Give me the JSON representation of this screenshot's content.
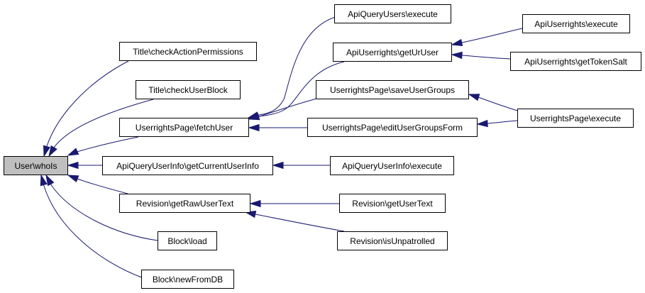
{
  "graph": {
    "edge_color": "#191970",
    "root_fill": "#bfbfbf",
    "nodes": [
      {
        "id": "n0",
        "label": "User\\whoIs",
        "root": true
      },
      {
        "id": "n1",
        "label": "Title\\checkActionPermissions"
      },
      {
        "id": "n2",
        "label": "Title\\checkUserBlock"
      },
      {
        "id": "n3",
        "label": "UserrightsPage\\fetchUser"
      },
      {
        "id": "n4",
        "label": "ApiQueryUserInfo\\getCurrentUserInfo"
      },
      {
        "id": "n5",
        "label": "Revision\\getRawUserText"
      },
      {
        "id": "n6",
        "label": "Block\\load"
      },
      {
        "id": "n7",
        "label": "Block\\newFromDB"
      },
      {
        "id": "n8",
        "label": "ApiQueryUsers\\execute"
      },
      {
        "id": "n9",
        "label": "ApiUserrights\\getUrUser"
      },
      {
        "id": "n10",
        "label": "UserrightsPage\\saveUserGroups"
      },
      {
        "id": "n11",
        "label": "UserrightsPage\\editUserGroupsForm"
      },
      {
        "id": "n12",
        "label": "ApiQueryUserInfo\\execute"
      },
      {
        "id": "n13",
        "label": "Revision\\getUserText"
      },
      {
        "id": "n14",
        "label": "Revision\\isUnpatrolled"
      },
      {
        "id": "n15",
        "label": "ApiUserrights\\execute"
      },
      {
        "id": "n16",
        "label": "ApiUserrights\\getTokenSalt"
      },
      {
        "id": "n17",
        "label": "UserrightsPage\\execute"
      }
    ],
    "edges": [
      {
        "from": "n1",
        "to": "n0"
      },
      {
        "from": "n2",
        "to": "n0"
      },
      {
        "from": "n3",
        "to": "n0"
      },
      {
        "from": "n4",
        "to": "n0"
      },
      {
        "from": "n5",
        "to": "n0"
      },
      {
        "from": "n6",
        "to": "n0"
      },
      {
        "from": "n7",
        "to": "n0"
      },
      {
        "from": "n8",
        "to": "n3"
      },
      {
        "from": "n9",
        "to": "n3"
      },
      {
        "from": "n10",
        "to": "n3"
      },
      {
        "from": "n11",
        "to": "n3"
      },
      {
        "from": "n12",
        "to": "n4"
      },
      {
        "from": "n13",
        "to": "n5"
      },
      {
        "from": "n14",
        "to": "n5"
      },
      {
        "from": "n15",
        "to": "n9"
      },
      {
        "from": "n16",
        "to": "n9"
      },
      {
        "from": "n17",
        "to": "n10"
      },
      {
        "from": "n17",
        "to": "n11"
      }
    ]
  }
}
